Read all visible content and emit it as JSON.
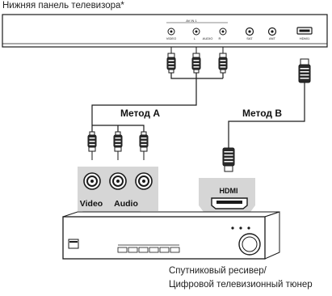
{
  "diagram": {
    "panel_title": "Нижняя панель телевизора*",
    "tv_ports": {
      "av_in_group": "AV IN 1",
      "video": "VIDEO",
      "audio_l": "L",
      "audio_mid": "AUDIO",
      "audio_r": "R",
      "sat": "SAT",
      "ant": "ANT",
      "hdmi": "HDMI1"
    },
    "method_a": "Метод А",
    "method_b": "Метод В",
    "receiver_ports": {
      "video": "Video",
      "audio": "Audio",
      "hdmi": "HDMI"
    },
    "receiver_caption": {
      "line1": "Спутниковый ресивер/",
      "line2": "Цифровой телевизионный тюнер"
    },
    "colors": {
      "outline": "#1a1a1a",
      "port_plate": "#d6d6d6",
      "background": "#ffffff"
    }
  }
}
